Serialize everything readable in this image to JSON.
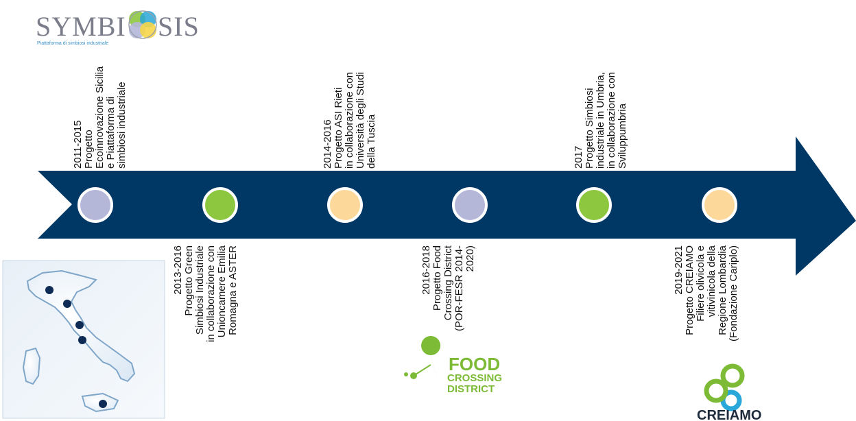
{
  "logo": {
    "name": "SYMBIOSIS",
    "text_left": "SYMBI",
    "text_right": "SIS",
    "tagline": "Piattaforma di simbiosi industriale"
  },
  "colors": {
    "arrow": "#003865",
    "circle_lavender": "#b4b7d8",
    "circle_green": "#8dc63f",
    "circle_peach": "#fcd99a",
    "food_green": "#7dbb37",
    "creiamo_dark": "#1e2b3c",
    "creiamo_blue": "#29a7d8",
    "map_navy": "#0d2b55"
  },
  "milestones_top": [
    {
      "lines": [
        "2011-2015",
        "Progetto",
        "Ecoinnovazione Sicilia",
        "e Piattaforma di",
        "simbiosi industriale"
      ]
    },
    {
      "lines": [
        "2014-2016",
        "Progetto ASI Rieti",
        "in collaborazione con",
        "Università degli Studi",
        "della Tuscia"
      ]
    },
    {
      "lines": [
        "2017",
        "Progetto Simbiosi",
        "industriale in Umbria,",
        "in collaborazione con",
        "Sviluppumbria"
      ]
    }
  ],
  "milestones_bottom": [
    {
      "lines": [
        "2013-2016",
        "Progetto Green",
        "Simbiosi Industriale",
        "in collaborazione con",
        "Unioncamere Emilia",
        "Romagna e ASTER"
      ]
    },
    {
      "lines": [
        "2016-2018",
        "Progetto Food",
        "Crossing District",
        "(POR-FESR 2014-",
        "2020)"
      ]
    },
    {
      "lines": [
        "2019-2021",
        "Progetto CREIAMO",
        "Filiere olivicola e",
        "vitivinicola della",
        "Regione Lombardia",
        "(Fondazione Cariplo)"
      ]
    }
  ],
  "timeline_circles": [
    "lavender",
    "green",
    "peach",
    "lavender",
    "green",
    "peach"
  ],
  "food_logo": {
    "line1": "FOOD",
    "line2": "CROSSING",
    "line3": "DISTRICT"
  },
  "creiamo_logo": {
    "text": "CREIAMO"
  }
}
